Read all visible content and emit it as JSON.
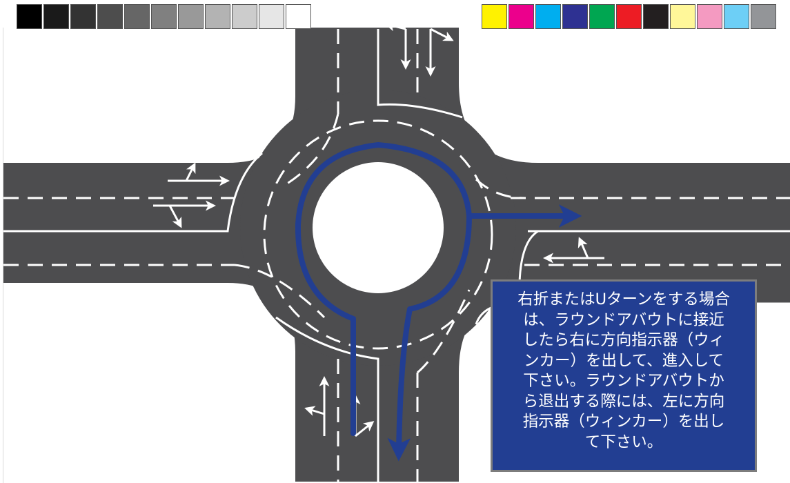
{
  "gray_swatches": [
    "#000000",
    "#1a1a1a",
    "#333333",
    "#4d4d4d",
    "#666666",
    "#808080",
    "#999999",
    "#b3b3b3",
    "#cccccc",
    "#e6e6e6",
    "#ffffff"
  ],
  "color_swatches": [
    "#fff200",
    "#ec008c",
    "#00aeef",
    "#2e3192",
    "#00a651",
    "#ed1c24",
    "#231f20",
    "#fff799",
    "#f49ac1",
    "#6dcff6",
    "#939598"
  ],
  "colors": {
    "road": "#4d4d4f",
    "marking": "#ffffff",
    "route_arrow": "#223e92",
    "info_background": "#223e92",
    "info_border": "#7d7d7d"
  },
  "icons": [
    "lane-arrow-icon",
    "route-arrow-icon"
  ],
  "info": {
    "lines": [
      "右折またはUターンをする場合",
      "は、ラウンドアバウトに接近",
      "したら右に方向指示器（ウィ",
      "ンカー）を出して、進入して",
      "下さい。ラウンドアバウトか",
      "ら退出する際には、左に方向",
      "指示器（ウィンカー）を出し",
      "て下さい。"
    ]
  }
}
